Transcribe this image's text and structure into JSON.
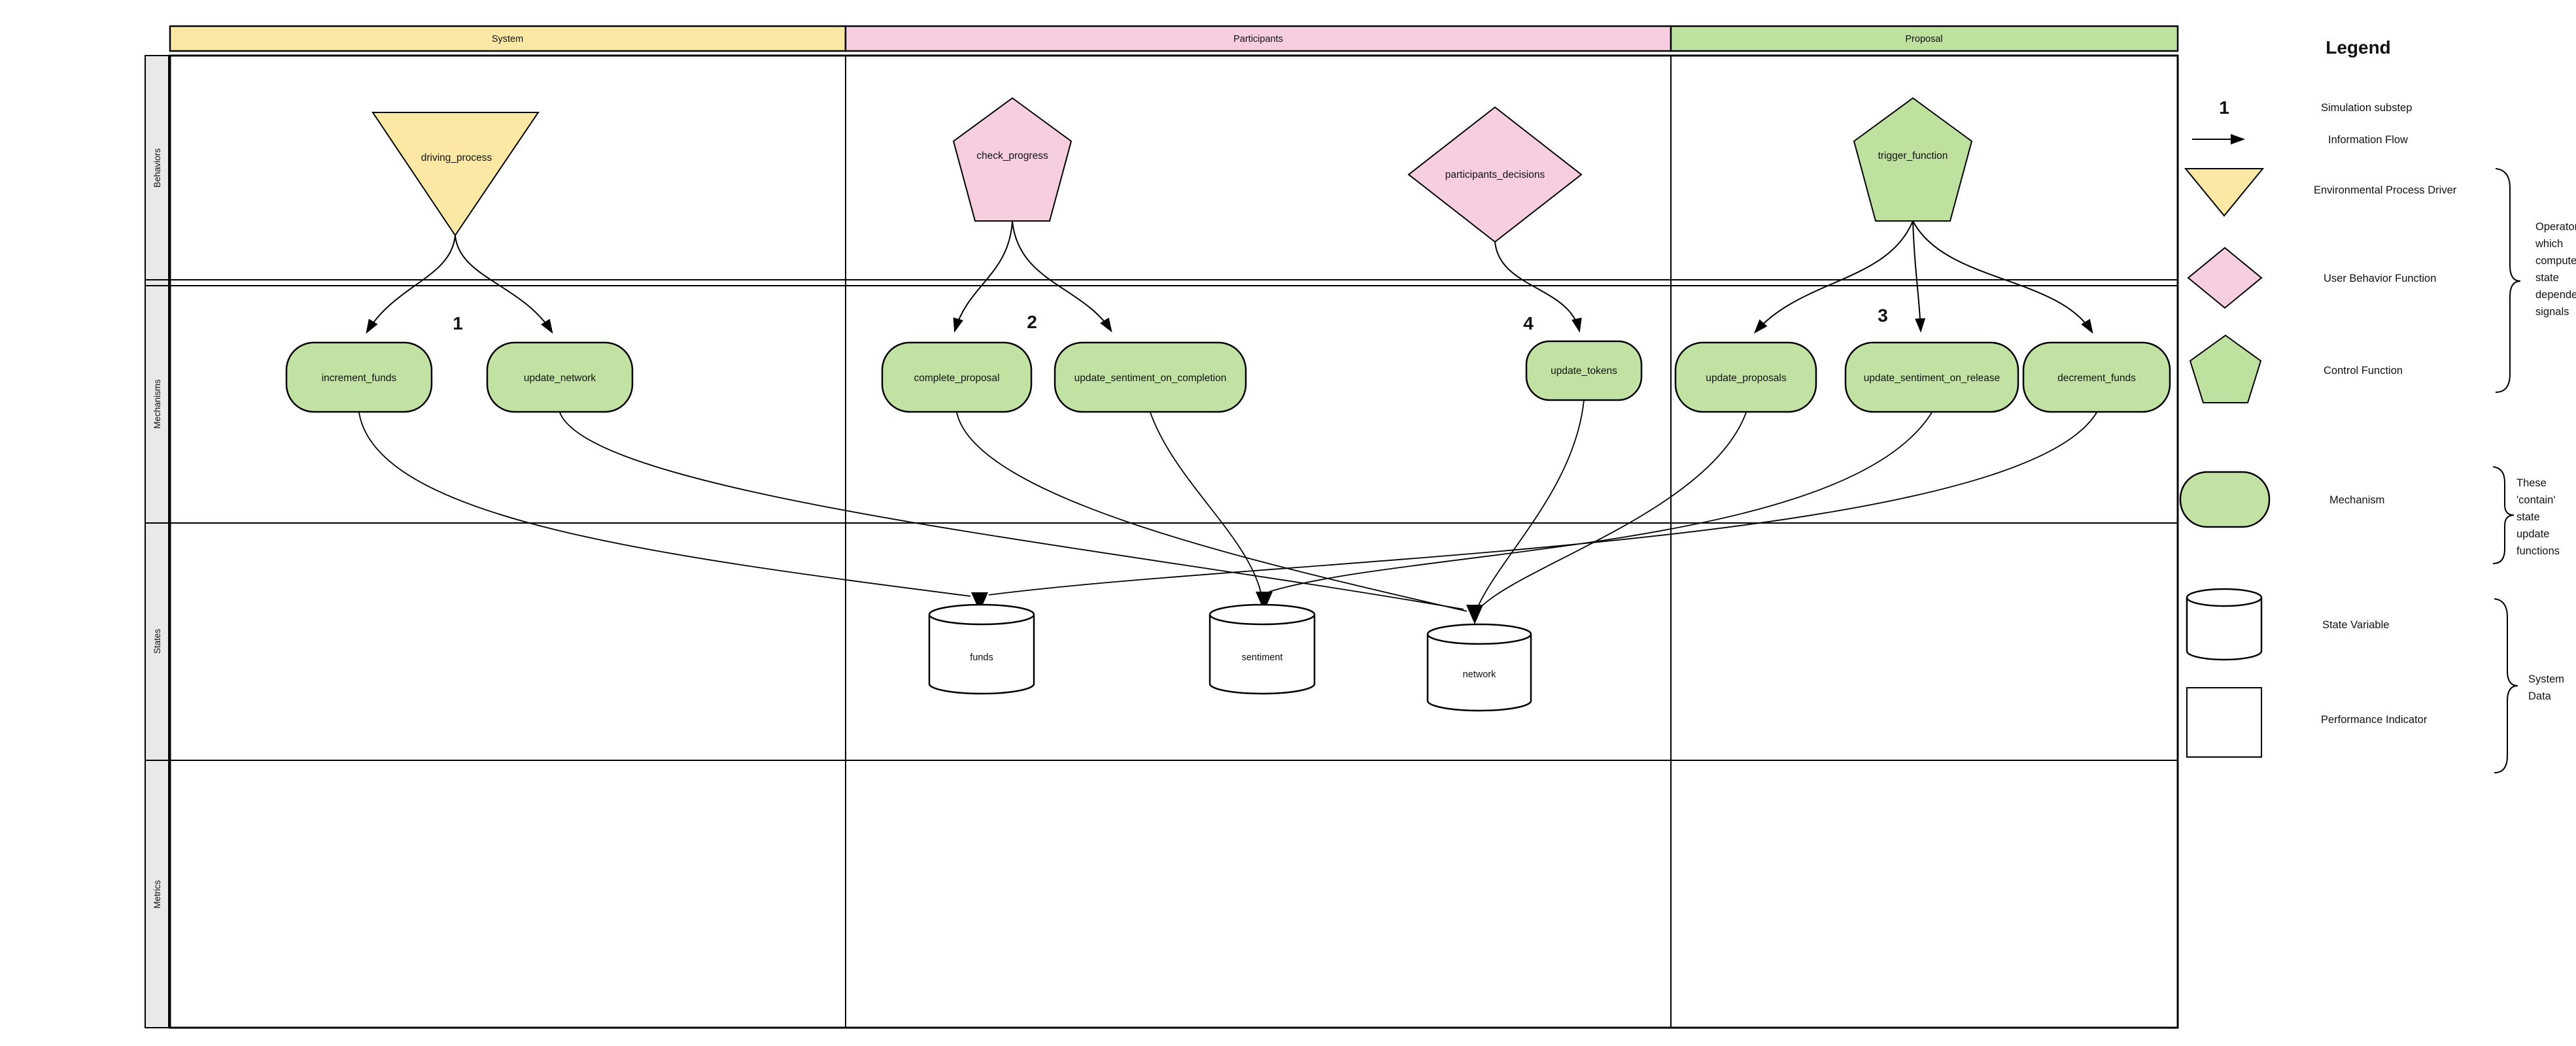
{
  "header": {
    "columns": [
      {
        "label": "System",
        "color": "#FBE8A4"
      },
      {
        "label": "Participants",
        "color": "#F6CEDF"
      },
      {
        "label": "Proposal",
        "color": "#BEE1A0"
      }
    ]
  },
  "rows": [
    {
      "label": "Behaviors"
    },
    {
      "label": "Mechanisms"
    },
    {
      "label": "States"
    },
    {
      "label": "Metrics"
    }
  ],
  "behaviors": [
    {
      "name": "driving_process",
      "shape": "inverted-triangle",
      "color": "#FBE8A4"
    },
    {
      "name": "check_progress",
      "shape": "pentagon",
      "color": "#F6CEDF"
    },
    {
      "name": "participants_decisions",
      "shape": "diamond",
      "color": "#F6CEDF"
    },
    {
      "name": "trigger_function",
      "shape": "pentagon",
      "color": "#BEE1A0"
    }
  ],
  "substeps": [
    {
      "value": "1"
    },
    {
      "value": "2"
    },
    {
      "value": "4"
    },
    {
      "value": "3"
    }
  ],
  "mechanisms": [
    {
      "name": "increment_funds"
    },
    {
      "name": "update_network"
    },
    {
      "name": "complete_proposal"
    },
    {
      "name": "update_sentiment_on_completion"
    },
    {
      "name": "update_tokens"
    },
    {
      "name": "update_proposals"
    },
    {
      "name": "update_sentiment_on_release"
    },
    {
      "name": "decrement_funds"
    }
  ],
  "mechanism_color": "#C2E2A4",
  "states": [
    {
      "name": "funds"
    },
    {
      "name": "sentiment"
    },
    {
      "name": "network"
    }
  ],
  "legend": {
    "title": "Legend",
    "items": [
      {
        "symbol": "substep-number",
        "sample": "1",
        "label": "Simulation substep"
      },
      {
        "symbol": "arrow",
        "label": "Information Flow"
      },
      {
        "symbol": "inverted-triangle",
        "label": "Environmental Process Driver",
        "color": "#FBE8A4"
      },
      {
        "symbol": "diamond",
        "label": "User Behavior Function",
        "color": "#F6CEDF"
      },
      {
        "symbol": "pentagon",
        "label": "Control Function",
        "color": "#BEE1A0"
      },
      {
        "symbol": "stadium",
        "label": "Mechanism",
        "color": "#C2E2A4"
      },
      {
        "symbol": "cylinder",
        "label": "State Variable",
        "color": "#FFFFFF"
      },
      {
        "symbol": "square",
        "label": "Performance Indicator",
        "color": "#FFFFFF"
      }
    ],
    "annotations": [
      {
        "lines": [
          "Operators",
          "which",
          "compute",
          "state",
          "dependent",
          "signals"
        ]
      },
      {
        "lines": [
          "These",
          "'contain'",
          "state",
          "update",
          "functions"
        ]
      },
      {
        "lines": [
          "System",
          "Data"
        ]
      }
    ]
  }
}
